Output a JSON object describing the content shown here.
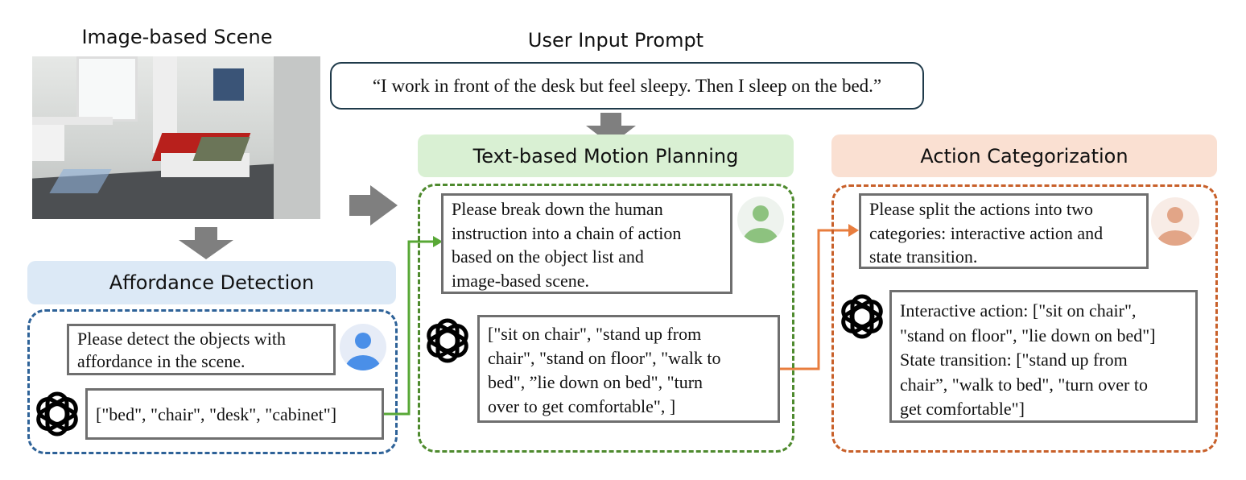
{
  "scene": {
    "title": "Image-based Scene"
  },
  "prompt": {
    "title": "User Input Prompt",
    "text": "“I work in front of the desk but feel sleepy. Then I sleep on the bed.”"
  },
  "affordance": {
    "header": "Affordance Detection",
    "user_lines": [
      "Please detect the objects with",
      "affordance in the scene."
    ],
    "response_lines": [
      "[\"bed\", \"chair\", \"desk\", \"cabinet\"]"
    ]
  },
  "planning": {
    "header": "Text-based Motion Planning",
    "user_lines": [
      "Please break down the human",
      "instruction into a chain of action",
      "based on the object list and",
      "image-based scene."
    ],
    "response_lines": [
      "[\"sit on chair\", \"stand up from",
      "chair\", \"stand on floor\", \"walk to",
      "bed\", ”lie down on bed\", \"turn",
      "over to get comfortable\", ]"
    ]
  },
  "categorization": {
    "header": "Action Categorization",
    "user_lines": [
      "Please split the actions into two",
      "categories: interactive action and",
      "state transition."
    ],
    "response_lines": [
      "Interactive action: [\"sit on chair\",",
      "\"stand on floor\", \"lie down on bed\"]",
      "State transition: [\"stand up from",
      "chair”, \"walk to bed\", \"turn over to",
      "get comfortable\"]"
    ]
  },
  "colors": {
    "blue": "#2e6298",
    "green": "#4e8a2e",
    "orange": "#c8602a",
    "arrow_gray": "#7f7f7f"
  }
}
